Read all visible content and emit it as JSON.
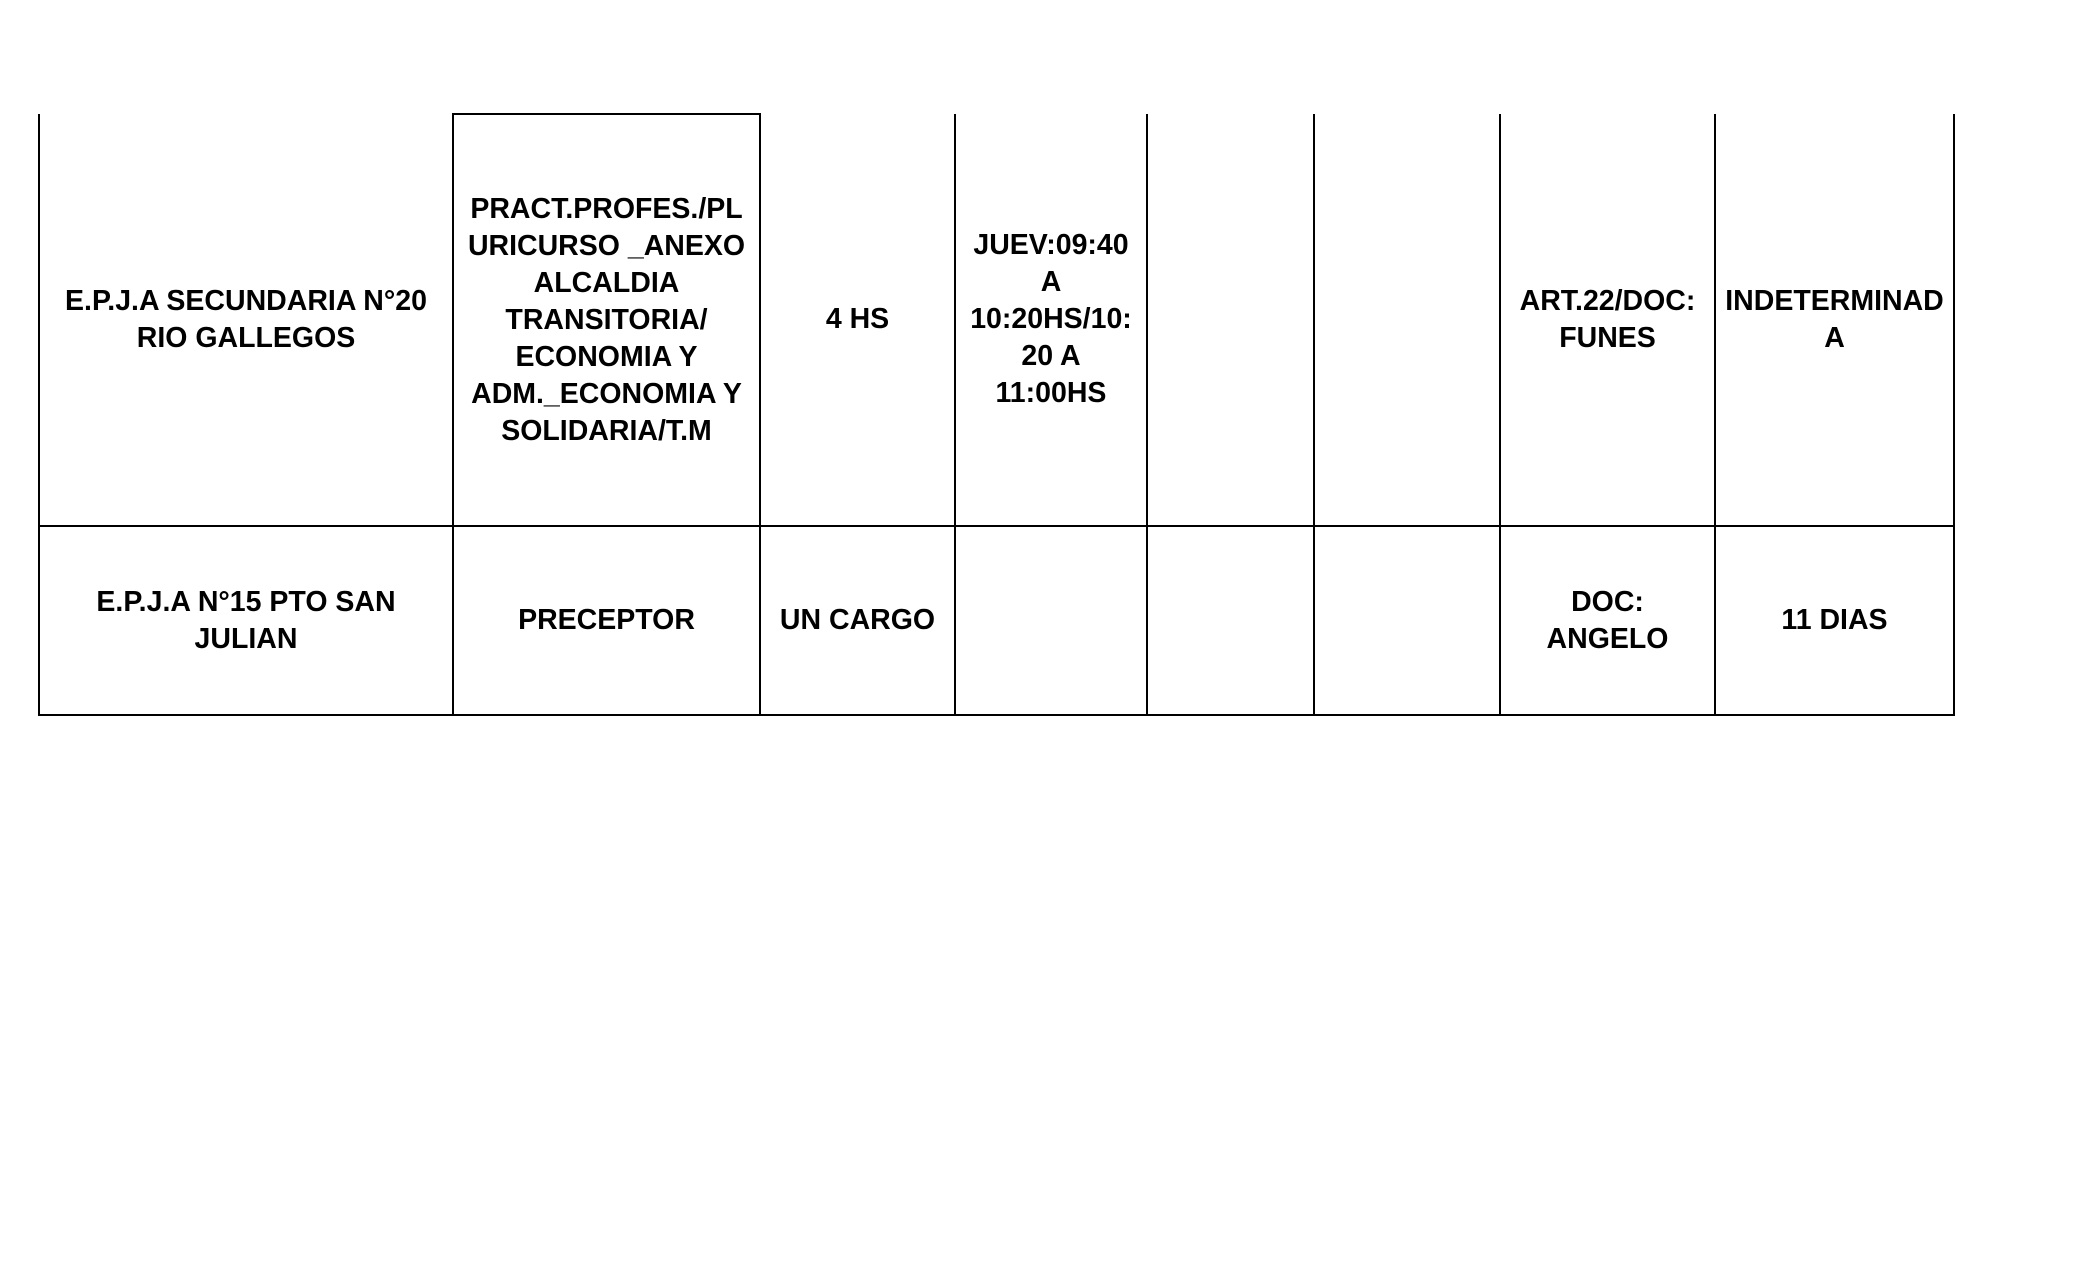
{
  "rows": [
    {
      "school": "E.P.J.A SECUNDARIA  N°20\nRIO GALLEGOS",
      "position": "PRACT.PROFES./PL\nURICURSO _ANEXO\nALCALDIA\nTRANSITORIA/\nECONOMIA Y\nADM._ECONOMIA Y\nSOLIDARIA/T.M",
      "hours": "4 HS",
      "schedule": "JUEV:09:40\nA\n10:20HS/10:\n20 A\n11:00HS",
      "col5": "",
      "col6": "",
      "article": "ART.22/DOC:\nFUNES",
      "duration": "INDETERMINAD\nA"
    },
    {
      "school": "E.P.J.A N°15  PTO SAN\nJULIAN",
      "position": "PRECEPTOR",
      "hours": "UN CARGO",
      "schedule": "",
      "col5": "",
      "col6": "",
      "article": "DOC:\nANGELO",
      "duration": "11 DIAS"
    }
  ]
}
